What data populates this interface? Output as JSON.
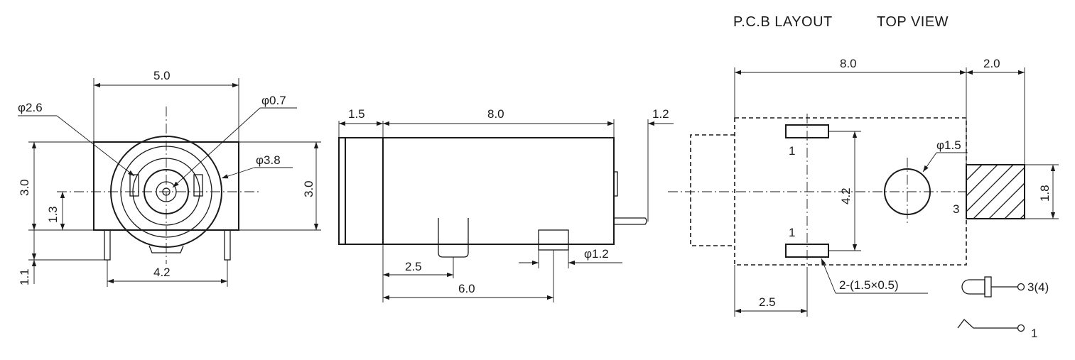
{
  "header": {
    "pcb_layout": "P.C.B LAYOUT",
    "top_view": "TOP VIEW"
  },
  "front_view": {
    "width": "5.0",
    "hole_small": "φ2.6",
    "pin_hole": "φ0.7",
    "body_dia": "φ3.8",
    "height_left": "3.0",
    "height_right": "3.0",
    "center_height": "1.3",
    "pin_length": "1.1",
    "pin_spacing": "4.2"
  },
  "side_view": {
    "head": "1.5",
    "body_length": "8.0",
    "tail": "1.2",
    "pin_offset": "2.5",
    "pin_span": "6.0",
    "pin_dia": "φ1.2"
  },
  "pcb_view": {
    "length": "8.0",
    "overhang": "2.0",
    "hole_dia": "φ1.5",
    "pad_pitch": "4.2",
    "overhang_height": "1.8",
    "pad_x": "2.5",
    "pad_size": "2-(1.5×0.5)",
    "pad_label_top": "1",
    "pad_label_bottom": "1",
    "pin3_label": "3",
    "legend_pin3": "3(4)",
    "legend_pin1": "1"
  }
}
